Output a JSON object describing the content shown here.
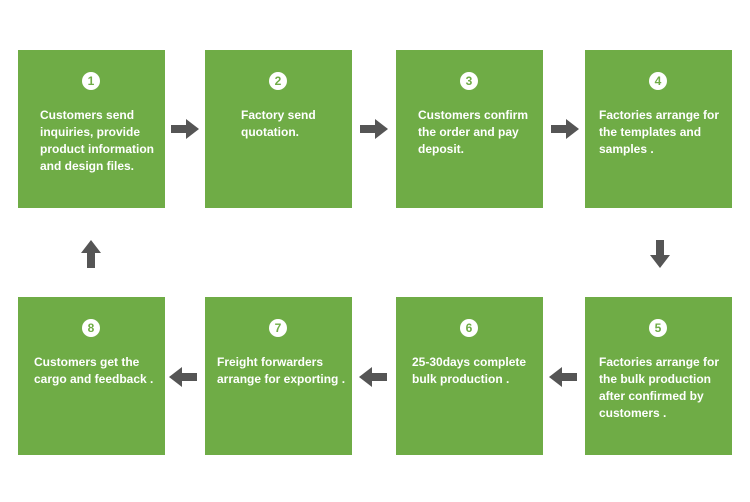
{
  "colors": {
    "box": "#6fac46",
    "arrow": "#555555",
    "text": "#ffffff"
  },
  "steps": [
    {
      "number": "1",
      "text": "Customers send\ninquiries, provide\nproduct information\nand design files."
    },
    {
      "number": "2",
      "text": "Factory send\nquotation."
    },
    {
      "number": "3",
      "text": "Customers confirm\nthe order and pay\ndeposit."
    },
    {
      "number": "4",
      "text": "Factories arrange for\nthe templates and\nsamples ."
    },
    {
      "number": "5",
      "text": "Factories arrange for\nthe bulk production\nafter confirmed by\ncustomers ."
    },
    {
      "number": "6",
      "text": "25-30days complete\nbulk production ."
    },
    {
      "number": "7",
      "text": "Freight forwarders\narrange for exporting ."
    },
    {
      "number": "8",
      "text": "Customers get the\ncargo and feedback ."
    }
  ],
  "arrows": [
    {
      "from": "1",
      "to": "2",
      "direction": "right"
    },
    {
      "from": "2",
      "to": "3",
      "direction": "right"
    },
    {
      "from": "3",
      "to": "4",
      "direction": "right"
    },
    {
      "from": "4",
      "to": "5",
      "direction": "down"
    },
    {
      "from": "5",
      "to": "6",
      "direction": "left"
    },
    {
      "from": "6",
      "to": "7",
      "direction": "left"
    },
    {
      "from": "7",
      "to": "8",
      "direction": "left"
    },
    {
      "from": "8",
      "to": "1",
      "direction": "up"
    }
  ]
}
